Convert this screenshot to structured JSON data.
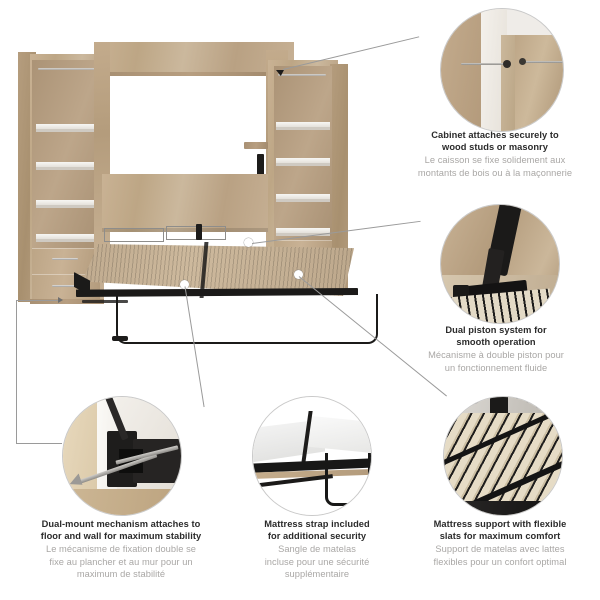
{
  "page": {
    "type": "product-feature-infographic",
    "product": "wall bed cabinet with storage towers",
    "background_color": "#ffffff",
    "text_color_en": "#2b2b2b",
    "text_color_fr": "#a9a7a5",
    "accent_wood": "#c0a886",
    "accent_metal": "#1b1a19"
  },
  "features": [
    {
      "id": "cabinet-mount",
      "en_line1": "Cabinet attaches securely to",
      "en_line2": "wood studs or masonry",
      "fr_line1": "Le caisson se fixe solidement aux",
      "fr_line2": "montants de bois ou à la maçonnerie",
      "detail_image": "screws-through-cabinet-panel-into-wall"
    },
    {
      "id": "dual-piston",
      "en_line1": "Dual piston system for",
      "en_line2": "smooth operation",
      "fr_line1": "Mécanisme à double piston pour",
      "fr_line2": "un fonctionnement fluide",
      "detail_image": "black-piston-arm-on-wood-frame"
    },
    {
      "id": "dual-mount",
      "en_line1": "Dual-mount mechanism attaches to",
      "en_line2": "floor and wall for maximum stability",
      "fr_line1": "Le mécanisme de fixation double se",
      "fr_line2": "fixe au plancher et au mur pour un",
      "fr_line3": "maximum de stabilité",
      "detail_image": "long-screws-into-black-bracket"
    },
    {
      "id": "mattress-strap",
      "en_line1": "Mattress strap included",
      "en_line2": "for additional security",
      "fr_line1": "Sangle de matelas",
      "fr_line2": "incluse pour une sécurité",
      "fr_line3": "supplémentaire",
      "detail_image": "white-mattress-on-black-bed-frame"
    },
    {
      "id": "mattress-support",
      "en_line1": "Mattress support with flexible",
      "en_line2": "slats for maximum comfort",
      "fr_line1": "Support de matelas avec lattes",
      "fr_line2": "flexibles pour un confort optimal",
      "detail_image": "wooden-slats-on-black-frame"
    }
  ],
  "hero": {
    "description": "Murphy wall bed shown open with mattress platform lowered, flanked by two storage towers",
    "left_tower": {
      "shelves": 4,
      "drawers": 2,
      "hanging_rod": true
    },
    "right_tower": {
      "shelves": 4,
      "drawers": 2,
      "hanging_rod": true
    }
  }
}
